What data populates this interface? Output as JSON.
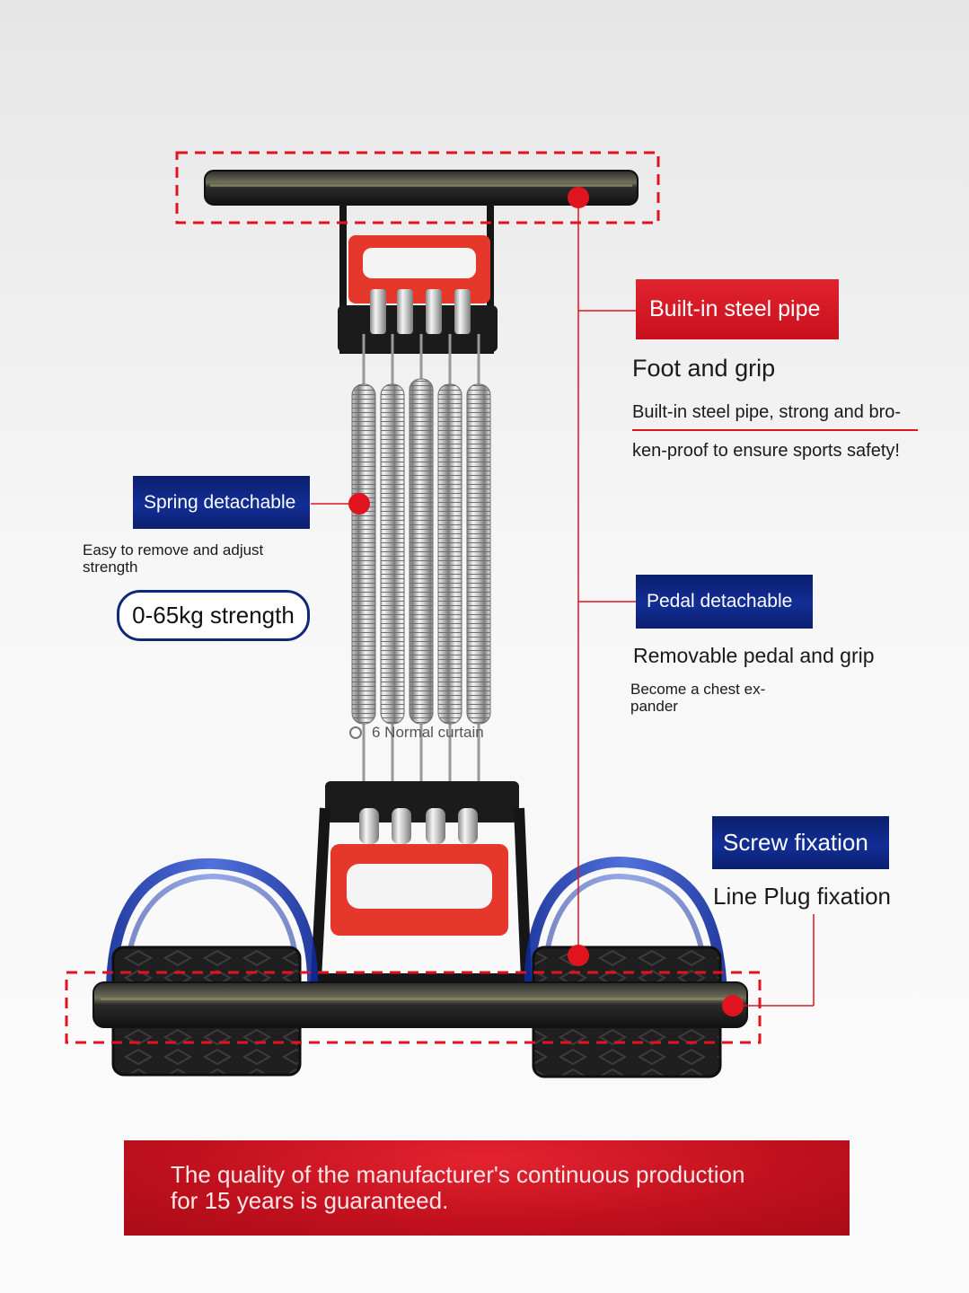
{
  "callouts": {
    "steel_pipe": {
      "label": "Built-in steel pipe",
      "heading": "Foot and grip",
      "desc_line1": "Built-in steel pipe, strong and bro-",
      "desc_line2": "ken-proof to ensure sports safety!"
    },
    "spring": {
      "label": "Spring detachable",
      "desc_line1": "Easy to remove and adjust",
      "desc_line2": "strength",
      "strength_pill": "0-65kg strength"
    },
    "pedal": {
      "label": "Pedal detachable",
      "heading": "Removable pedal and grip",
      "desc_line1": "Become a chest ex-",
      "desc_line2": "pander"
    },
    "screw": {
      "label": "Screw fixation",
      "heading": "Line Plug fixation"
    }
  },
  "product": {
    "spring_caption": "6 Normal curtain"
  },
  "banner": {
    "line1": "The quality of the manufacturer's continuous production",
    "line2": "for 15 years is guaranteed."
  },
  "colors": {
    "accent_red": "#d5141f",
    "label_blue": "#122e96",
    "grip_red": "#e5372a",
    "pedal_strap_blue": "#1c3db6"
  }
}
